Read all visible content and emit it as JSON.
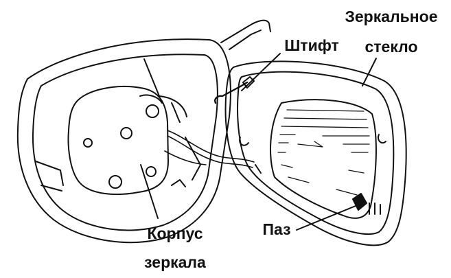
{
  "labels": {
    "glass_line1": "Зеркальное",
    "glass_line2": "стекло",
    "pin": "Штифт",
    "housing_line1": "Корпус",
    "housing_line2": "зеркала",
    "slot": "Паз"
  }
}
